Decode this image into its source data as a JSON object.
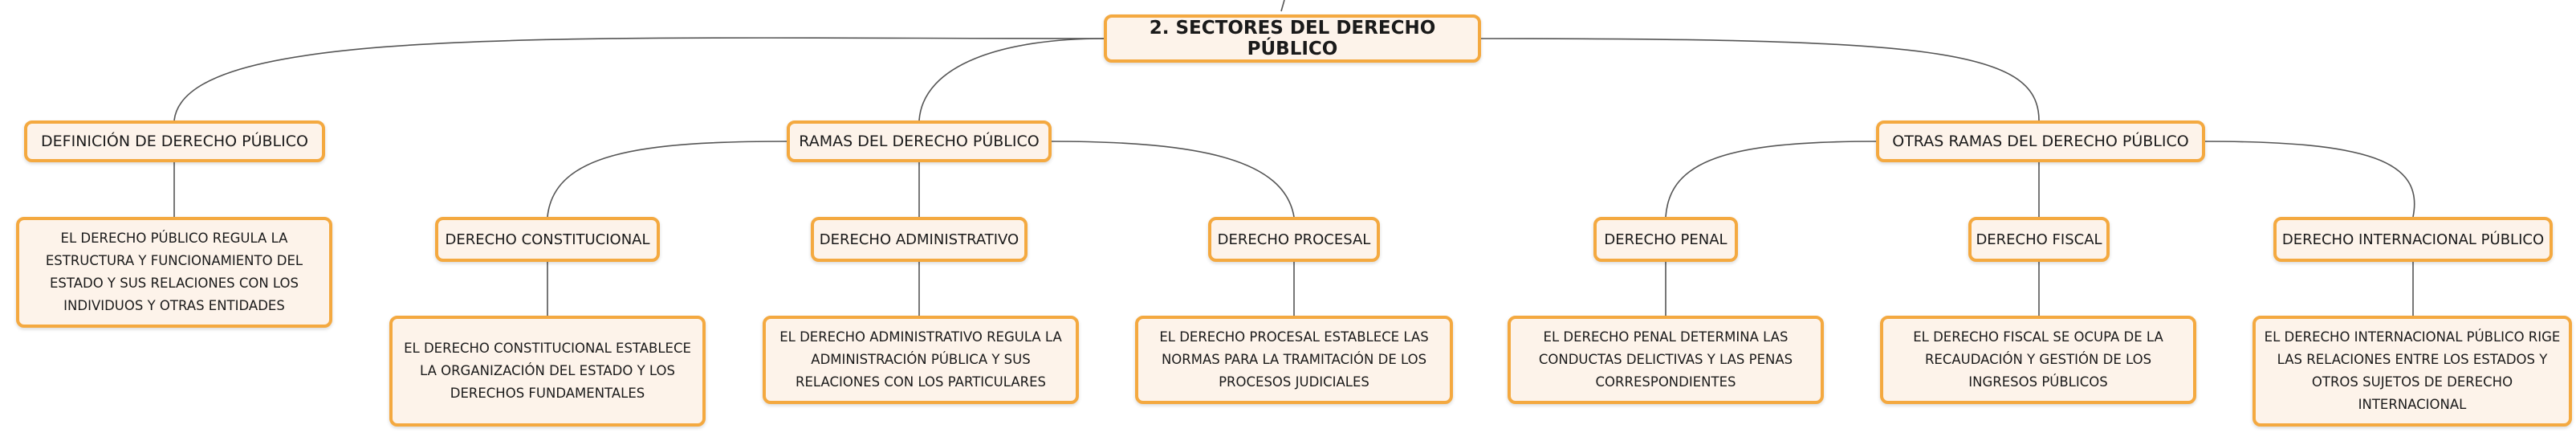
{
  "root": {
    "label": "2. SECTORES DEL DERECHO PÚBLICO"
  },
  "definicion": {
    "label": "DEFINICIÓN DE DERECHO PÚBLICO",
    "desc": "EL DERECHO PÚBLICO REGULA LA ESTRUCTURA Y FUNCIONAMIENTO DEL ESTADO Y SUS RELACIONES CON LOS INDIVIDUOS Y OTRAS ENTIDADES"
  },
  "ramas": {
    "label": "RAMAS DEL DERECHO PÚBLICO",
    "children": [
      {
        "label": "DERECHO CONSTITUCIONAL",
        "desc": "EL DERECHO CONSTITUCIONAL ESTABLECE LA ORGANIZACIÓN DEL ESTADO Y LOS DERECHOS FUNDAMENTALES"
      },
      {
        "label": "DERECHO ADMINISTRATIVO",
        "desc": "EL DERECHO ADMINISTRATIVO REGULA LA ADMINISTRACIÓN PÚBLICA Y SUS RELACIONES CON LOS PARTICULARES"
      },
      {
        "label": "DERECHO PROCESAL",
        "desc": "EL DERECHO PROCESAL ESTABLECE LAS NORMAS PARA LA TRAMITACIÓN DE LOS PROCESOS JUDICIALES"
      }
    ]
  },
  "otras": {
    "label": "OTRAS RAMAS DEL DERECHO PÚBLICO",
    "children": [
      {
        "label": "DERECHO PENAL",
        "desc": "EL DERECHO PENAL DETERMINA LAS CONDUCTAS DELICTIVAS Y LAS PENAS CORRESPONDIENTES"
      },
      {
        "label": "DERECHO FISCAL",
        "desc": "EL DERECHO FISCAL SE OCUPA DE LA RECAUDACIÓN Y GESTIÓN DE LOS INGRESOS PÚBLICOS"
      },
      {
        "label": "DERECHO INTERNACIONAL PÚBLICO",
        "desc": "EL DERECHO INTERNACIONAL PÚBLICO RIGE LAS RELACIONES ENTRE LOS ESTADOS Y OTROS SUJETOS DE DERECHO INTERNACIONAL"
      }
    ]
  },
  "colors": {
    "border": "#f4a940",
    "fill": "#fdf3ea",
    "line": "#555555"
  }
}
